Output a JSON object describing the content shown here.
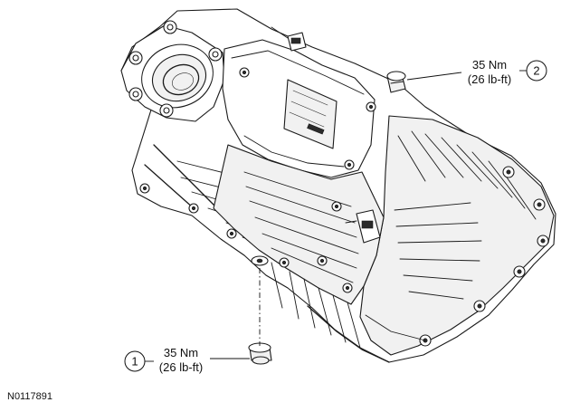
{
  "callouts": [
    {
      "number": "1",
      "torque_nm": "35 Nm",
      "torque_lbft": "(26 lb-ft)"
    },
    {
      "number": "2",
      "torque_nm": "35 Nm",
      "torque_lbft": "(26 lb-ft)"
    }
  ],
  "figure_code": "N0117891"
}
